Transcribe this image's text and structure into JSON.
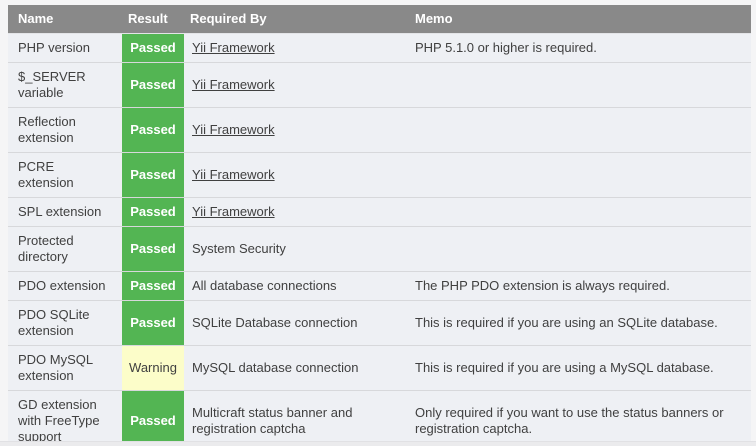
{
  "colors": {
    "header_bg": "#898989",
    "header_text": "#ffffff",
    "row_bg": "#eef0f4",
    "row_border": "#d7d8db",
    "page_bg": "#f5f5f6",
    "passed_bg": "#53b553",
    "passed_text": "#ffffff",
    "warning_bg": "#fcfdc9",
    "warning_text": "#404040",
    "text": "#404040"
  },
  "table": {
    "columns": [
      "Name",
      "Result",
      "Required By",
      "Memo"
    ],
    "rows": [
      {
        "name": "PHP version",
        "result": "Passed",
        "status": "passed",
        "required_by": "Yii Framework",
        "required_by_is_link": true,
        "memo": "PHP 5.1.0 or higher is required."
      },
      {
        "name": "$_SERVER variable",
        "result": "Passed",
        "status": "passed",
        "required_by": "Yii Framework",
        "required_by_is_link": true,
        "memo": ""
      },
      {
        "name": "Reflection extension",
        "result": "Passed",
        "status": "passed",
        "required_by": "Yii Framework",
        "required_by_is_link": true,
        "memo": ""
      },
      {
        "name": "PCRE extension",
        "result": "Passed",
        "status": "passed",
        "required_by": "Yii Framework",
        "required_by_is_link": true,
        "memo": ""
      },
      {
        "name": "SPL extension",
        "result": "Passed",
        "status": "passed",
        "required_by": "Yii Framework",
        "required_by_is_link": true,
        "memo": ""
      },
      {
        "name": "Protected directory",
        "result": "Passed",
        "status": "passed",
        "required_by": "System Security",
        "required_by_is_link": false,
        "memo": ""
      },
      {
        "name": "PDO extension",
        "result": "Passed",
        "status": "passed",
        "required_by": "All database connections",
        "required_by_is_link": false,
        "memo": "The PHP PDO extension is always required."
      },
      {
        "name": "PDO SQLite extension",
        "result": "Passed",
        "status": "passed",
        "required_by": "SQLite Database connection",
        "required_by_is_link": false,
        "memo": "This is required if you are using an SQLite database."
      },
      {
        "name": "PDO MySQL extension",
        "result": "Warning",
        "status": "warning",
        "required_by": "MySQL database connection",
        "required_by_is_link": false,
        "memo": "This is required if you are using a MySQL database."
      },
      {
        "name": "GD extension with FreeType support",
        "result": "Passed",
        "status": "passed",
        "required_by": "Multicraft status banner and registration captcha",
        "required_by_is_link": false,
        "memo": "Only required if you want to use the status banners or registration captcha."
      }
    ]
  }
}
